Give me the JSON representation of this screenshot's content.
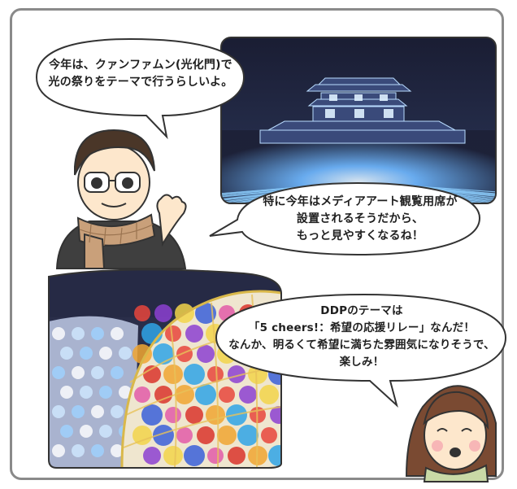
{
  "bubbles": {
    "top_left": {
      "lines": [
        "今年は、クァンファムン(光化門)で",
        "光の祭りをテーマで行うらしいよ。"
      ]
    },
    "middle_right": {
      "lines": [
        "特に今年はメディアアート観覧用席が",
        "設置されるそうだから、",
        "もっと見やすくなるね！"
      ]
    },
    "bottom_right": {
      "lines": [
        "DDPのテーマは",
        "「5 cheers!：希望の応援リレー」なんだ！",
        "なんか、明るくて希望に満ちた雰囲気になりそうで、",
        "楽しみ！"
      ]
    }
  },
  "colors": {
    "frame_border": "#8a8a8a",
    "night_sky": "#1c2036",
    "light_beam": "#7fc4ff",
    "scarf": "#c9a07a",
    "coat": "#3a3a3a",
    "bubble_stroke": "#333333"
  },
  "illustrations": {
    "gwanghwamun_panel": "gate-light-show-illustration",
    "ddp_panel": "ddp-dots-illustration",
    "man": "man-with-glasses-character",
    "woman": "woman-character"
  }
}
